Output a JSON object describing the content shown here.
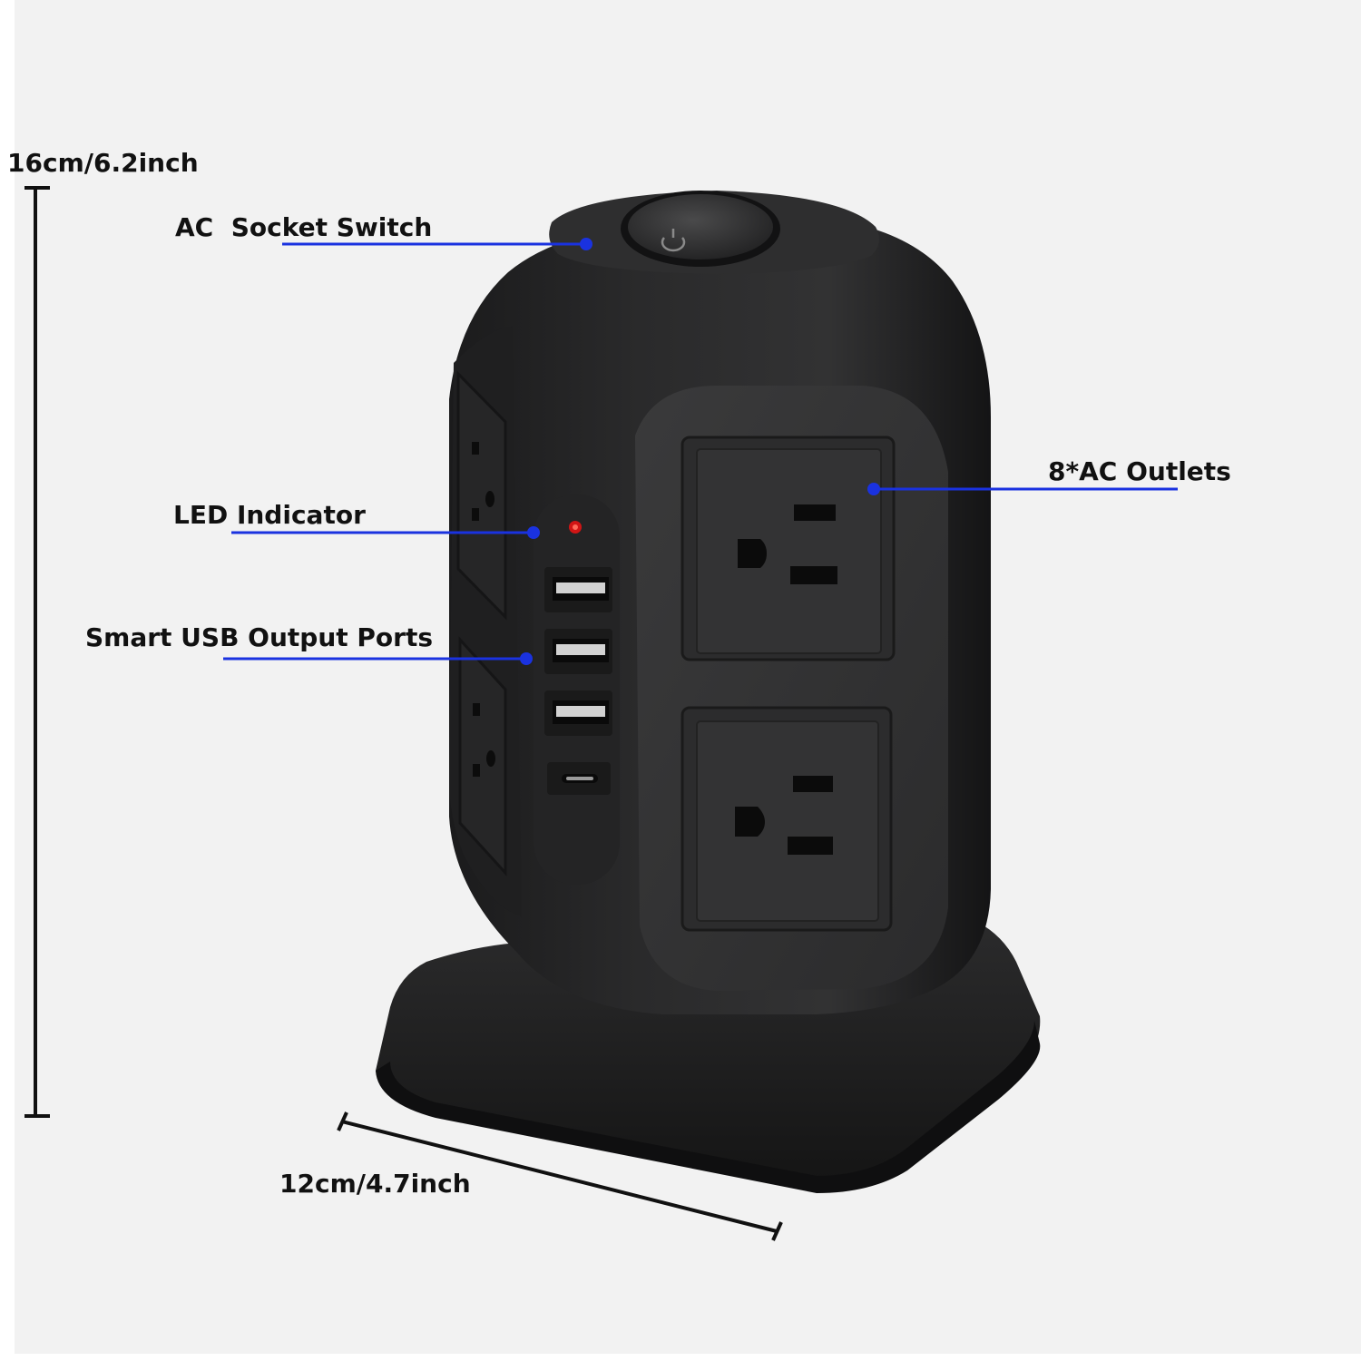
{
  "dimensions": {
    "height_label": "16cm/6.2inch",
    "width_label": "12cm/4.7inch"
  },
  "callouts": {
    "switch": "AC  Socket Switch",
    "led": "LED Indicator",
    "usb": "Smart USB Output Ports",
    "outlets": "8*AC Outlets"
  },
  "colors": {
    "callout_line": "#1a32e0",
    "led": "#d11515",
    "body": "#2b2b2c"
  }
}
